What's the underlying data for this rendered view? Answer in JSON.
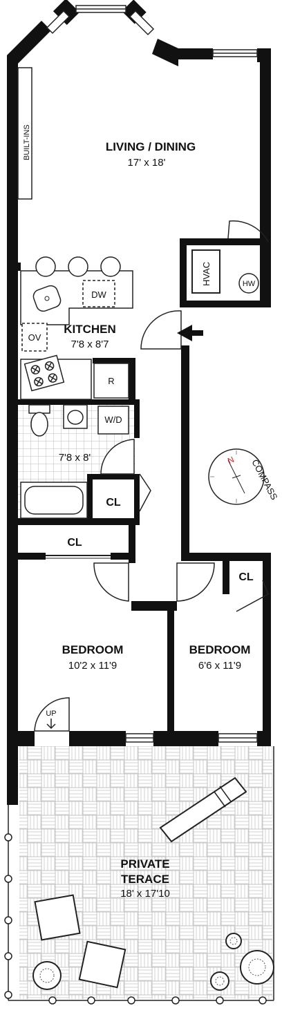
{
  "rooms": {
    "living": {
      "name": "LIVING / DINING",
      "dims": "17' x 18'"
    },
    "kitchen": {
      "name": "KITCHEN",
      "dims": "7'8 x 8'7"
    },
    "bath": {
      "dims": "7'8 x 8'"
    },
    "bedroom1": {
      "name": "BEDROOM",
      "dims": "10'2 x 11'9"
    },
    "bedroom2": {
      "name": "BEDROOM",
      "dims": "6'6 x 11'9"
    },
    "terrace": {
      "name_line1": "PRIVATE",
      "name_line2": "TERACE",
      "dims": "18' x 17'10"
    }
  },
  "fixtures": {
    "builtins": "BUILT-INS",
    "hvac": "HVAC",
    "hw": "HW",
    "dw": "DW",
    "ov": "OV",
    "r": "R",
    "wd": "W/D",
    "cl_bath": "CL",
    "cl_hall": "CL",
    "cl_bed2": "CL",
    "up": "UP"
  },
  "compass": {
    "label": "COMPASS",
    "north": "N"
  },
  "colors": {
    "wall": "#111111",
    "line": "#222222",
    "tile": "#bdbdbd",
    "deck": "#cfcfcf",
    "north": "#d22222"
  }
}
